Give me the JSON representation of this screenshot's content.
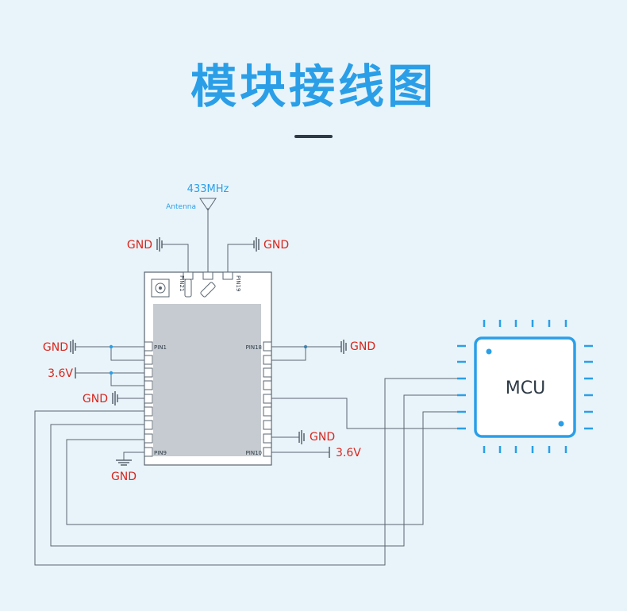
{
  "title": "模块接线图",
  "antenna": {
    "freq": "433MHz",
    "label": "Antenna"
  },
  "labels": {
    "gnd": "GND",
    "v36": "3.6V",
    "mcu": "MCU",
    "pin1": "PIN1",
    "pin9": "PIN9",
    "pin10": "PIN10",
    "pin18": "PIN18",
    "pin19": "PIN19",
    "pin21": "PIN21"
  },
  "colors": {
    "accent": "#2a9fe8",
    "power_labels": "#d8251c",
    "wire": "#5a6570",
    "module_body": "#ffffff",
    "shield": "#c5cbd0"
  }
}
